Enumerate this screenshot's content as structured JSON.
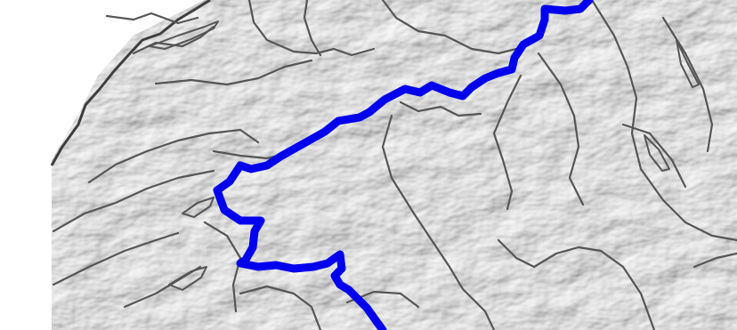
{
  "map": {
    "colors": {
      "background": "#ffffff",
      "terrain_base": "#e7e7e7",
      "terrain_shadow": "#b9b9b9",
      "terrain_highlight": "#fbfbfb",
      "borders": "#555555",
      "route": "#0000ee"
    },
    "layers": [
      "hillshade-relief",
      "administrative-borders",
      "lake-outlines",
      "highlighted-route"
    ]
  }
}
